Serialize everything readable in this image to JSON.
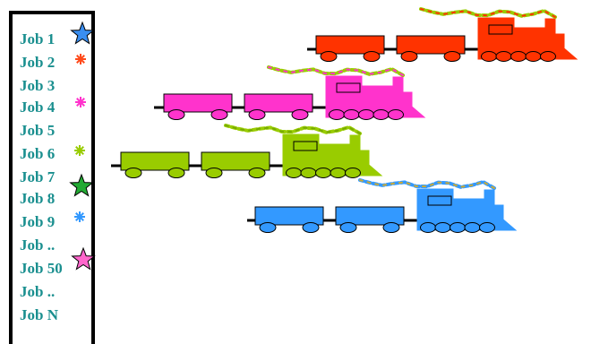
{
  "jobs": [
    {
      "label": "Job 1",
      "marker": "star-icon"
    },
    {
      "label": "Job 2",
      "marker": "asterisk-icon"
    },
    {
      "label": "Job 3",
      "marker": ""
    },
    {
      "label": "Job 4",
      "marker": "asterisk-icon"
    },
    {
      "label": "Job 5",
      "marker": ""
    },
    {
      "label": "Job 6",
      "marker": "asterisk-icon"
    },
    {
      "label": "Job 7",
      "marker": ""
    },
    {
      "label": "Job 8",
      "marker": "star-icon"
    },
    {
      "label": "Job 9",
      "marker": "asterisk-icon"
    },
    {
      "label": "Job ..",
      "marker": ""
    },
    {
      "label": "Job 50",
      "marker": "star-icon"
    },
    {
      "label": "Job ..",
      "marker": ""
    },
    {
      "label": "Job N",
      "marker": ""
    }
  ],
  "marker_colors": {
    "Job 1": "#3a8ef0",
    "Job 2": "#ff4a1a",
    "Job 4": "#ff33cc",
    "Job 6": "#99cc00",
    "Job 8": "#22aa33",
    "Job 9": "#3399ff",
    "Job 50": "#ff66cc"
  },
  "colors": {
    "label_text": "#1a8f8f",
    "panel_border": "#000000",
    "train_red": "#ff3300",
    "train_magenta": "#ff33cc",
    "train_green": "#99cc00",
    "train_blue": "#3399ff"
  },
  "trains": [
    {
      "name": "red-train",
      "color": "#ff3300",
      "smoke": [
        "#99cc00",
        "#ff3300"
      ]
    },
    {
      "name": "magenta-train",
      "color": "#ff33cc",
      "smoke": [
        "#99cc00",
        "#ff33cc"
      ]
    },
    {
      "name": "green-train",
      "color": "#99cc00",
      "smoke": [
        "#99cc00",
        "#77aa00"
      ]
    },
    {
      "name": "blue-train",
      "color": "#3399ff",
      "smoke": [
        "#3399ff",
        "#ccaa33"
      ]
    }
  ]
}
